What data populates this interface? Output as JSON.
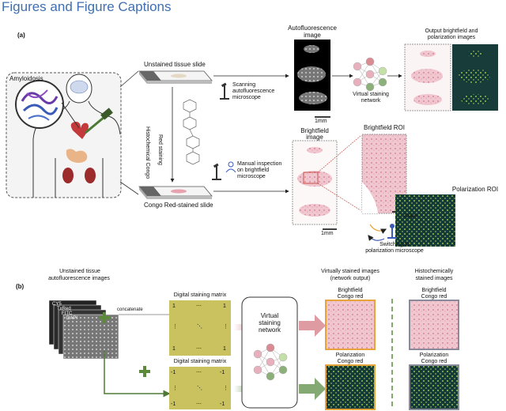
{
  "page": {
    "section_title": "Figures and Figure Captions"
  },
  "panel_a": {
    "label": "(a)",
    "amyloidosis": "Amyloidosis",
    "unstained_slide": "Unstained tissue slide",
    "scanning_line1": "Scanning",
    "scanning_line2": "autofluorescence",
    "scanning_line3": "microscope",
    "autofluor_title_1": "Autofluorescence",
    "autofluor_title_2": "image",
    "virtual_net_1": "Virtual staining",
    "virtual_net_2": "network",
    "output_title_1": "Output brightfield and",
    "output_title_2": "polarization images",
    "scale_1mm_top": "1mm",
    "histochem_1": "Histochemical Congo",
    "histochem_2": "Red staining",
    "congo_slide": "Congo Red-stained slide",
    "manual_1": "Manual inspection",
    "manual_2": "on brightfield",
    "manual_3": "microscope",
    "bf_image_1": "Brightfield",
    "bf_image_2": "image",
    "bf_roi": "Brightfield ROI",
    "scale_1mm_bottom": "1mm",
    "scale_200um": "200μm",
    "switching_1": "Switching to",
    "switching_2": "polarization microscope",
    "pol_roi": "Polarization ROI"
  },
  "panel_b": {
    "label": "(b)",
    "unstained_1": "Unstained tissue",
    "unstained_2": "autofluorescence images",
    "channels": [
      "CY5",
      "TxRed",
      "FITC",
      "DAPI"
    ],
    "concatenate": "concatenate",
    "dsm_label": "Digital staining matrix",
    "matrix_top": {
      "c1": "1",
      "dots": "⋯",
      "c3": "1",
      "vdots": "⋮",
      "ddots": "⋱"
    },
    "matrix_bottom": {
      "c1": "-1",
      "dots": "⋯",
      "c3": "-1",
      "vdots": "⋮",
      "ddots": "⋱"
    },
    "vs_net_1": "Virtual",
    "vs_net_2": "staining",
    "vs_net_3": "network",
    "virt_title_1": "Virtually stained images",
    "virt_title_2": "(network output)",
    "hist_title_1": "Histochemically",
    "hist_title_2": "stained images",
    "bf_cr_1": "Brightfield",
    "bf_cr_2": "Congo red",
    "pol_cr_1": "Polarization",
    "pol_cr_2": "Congo red"
  },
  "colors": {
    "title_blue": "#3f6fb0",
    "arrow_pink": "#d98a92",
    "arrow_green": "#6f9a5a",
    "matrix_fill": "#c9c25e",
    "plus_green": "#5d8a3a",
    "orange_frame": "#e8a33a",
    "gray_frame": "#8a8a9a"
  }
}
